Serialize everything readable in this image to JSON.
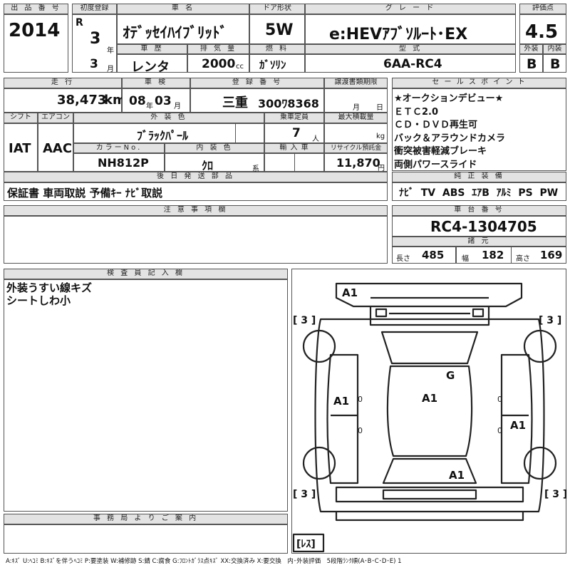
{
  "labels": {
    "lot_no": "出 品 番 号",
    "first_reg": "初度登録",
    "car_name": "車 名",
    "door": "ドア形状",
    "grade": "グ レ ー ド",
    "score": "評価点",
    "history": "車 歴",
    "displacement": "排 気 量",
    "fuel": "燃 料",
    "model": "型 式",
    "exterior": "外装",
    "interior": "内装",
    "mileage": "走 行",
    "inspection": "車 検",
    "reg_no": "登 録 番 号",
    "transfer": "譲渡書類期限",
    "sales_points": "セ ー ル ス ポ イ ン ト",
    "shift": "シフト",
    "aircon": "エアコン",
    "ext_color": "外 装 色",
    "capacity": "乗車定員",
    "max_load": "最大積載量",
    "color_no": "カラーNo.",
    "int_color": "内 装 色",
    "import": "輸 入 車",
    "recycle": "リサイクル預託金",
    "later_parts": "後 日 発 送 部 品",
    "genuine": "純 正 装 備",
    "notes": "注 意 事 項 欄",
    "chassis": "車 台 番 号",
    "specs": "諸 元",
    "inspector": "検 査 員 記 入 欄",
    "office": "事 務 局 よ り ご 案 内"
  },
  "units": {
    "year": "年",
    "month": "月",
    "cc": "cc",
    "km": "km",
    "people": "人",
    "kg": "kg",
    "yen": "円",
    "kei": "系",
    "length": "長さ",
    "width": "幅",
    "height": "高さ",
    "reg_month": "月",
    "reg_day": "日"
  },
  "vehicle": {
    "lot_no": "2014",
    "era": "R",
    "year": "3",
    "month": "3",
    "car_name": "ｵﾃﾞｯｾｲﾊｲﾌﾞﾘｯﾄﾞ",
    "door": "5W",
    "grade": "e:HEVｱﾌﾞｿﾙｰﾄ･EX",
    "score": "4.5",
    "history": "レンタ",
    "displacement": "2000",
    "fuel": "ｶﾞｿﾘﾝ",
    "model": "6AA-RC4",
    "exterior_grade": "B",
    "interior_grade": "B",
    "mileage": "38,473",
    "insp_year": "08",
    "insp_month": "03",
    "reg_region": "三重",
    "reg_no": "300ﾜ8368",
    "shift": "IAT",
    "aircon": "AAC",
    "ext_color": "ﾌﾞﾗｯｸﾊﾟｰﾙ",
    "capacity": "7",
    "color_no": "NH812P",
    "int_color": "ｸﾛ",
    "recycle": "11,870",
    "chassis_no": "RC4-1304705",
    "length": "485",
    "width": "182",
    "height": "169"
  },
  "sales_points": [
    "★オークションデビュー★",
    "ＥＴＣ2.0",
    "ＣＤ・ＤＶＤ再生可",
    "バック＆アラウンドカメラ",
    "衝突被害軽減ブレーキ",
    "両側パワースライド"
  ],
  "later_parts": "保証書 車両取説 予備ｷｰ ﾅﾋﾞ取説",
  "genuine_equipment": [
    "ﾅﾋﾞ",
    "TV",
    "ABS",
    "ｴｱB",
    "ｱﾙﾐ",
    "PS",
    "PW"
  ],
  "inspector_notes": [
    "外装うすい線キズ",
    "シートしわ小"
  ],
  "diagram": {
    "marks": {
      "a1_front": "A1",
      "g_glass": "G",
      "a1_roof": "A1",
      "a1_left": "A1",
      "a1_right": "A1",
      "a1_rear": "A1",
      "zero_l1": "0",
      "zero_l2": "0",
      "zero_r1": "0",
      "zero_r2": "0"
    },
    "tire_fl": "[ 3 ]",
    "tire_fr": "[ 3 ]",
    "tire_rl": "[ 3 ]",
    "tire_rr": "[ 3 ]",
    "spare": "[ﾚｽ]"
  },
  "legend": "A:ｷｽﾞ U:ﾍｺﾐ B:ｷｽﾞを伴うﾍｺﾐ P:要塗装 W:補修跡 S:錆 C:腐食 G:ﾌﾛﾝﾄｶﾞﾗｽ点ｷｽﾞ XX:交換済み X:要交換　内･外装評価　5段階ﾗﾝｸ順(A･B･C･D･E) 1"
}
